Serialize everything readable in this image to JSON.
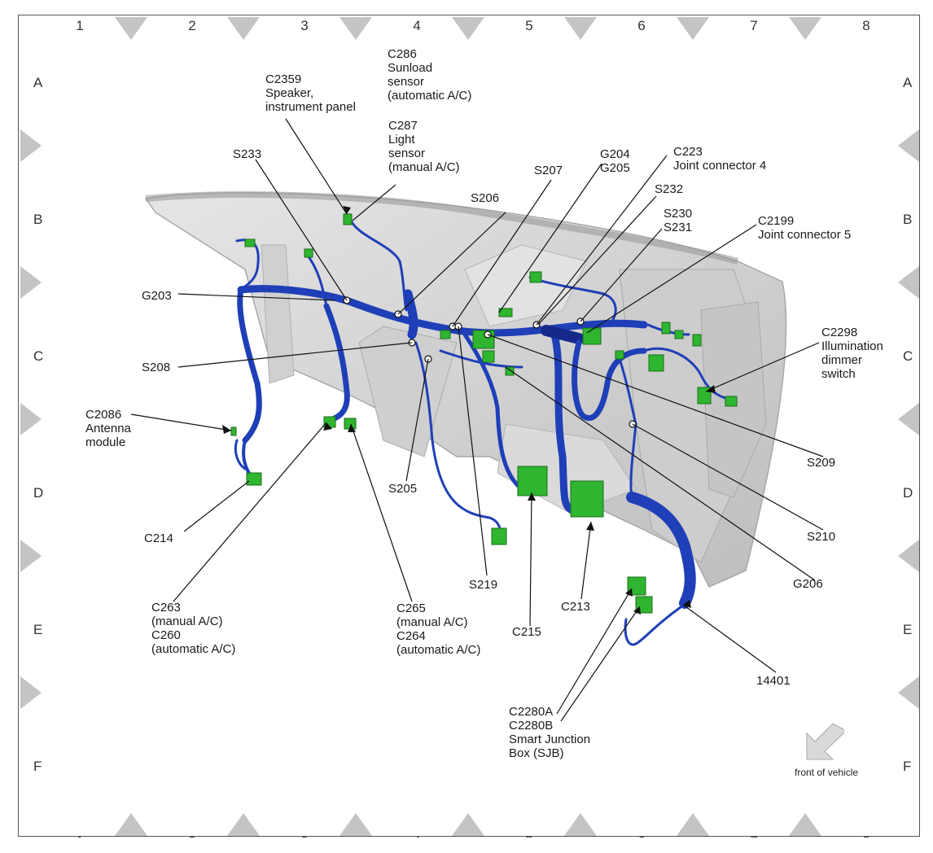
{
  "grid": {
    "columns": [
      "1",
      "2",
      "3",
      "4",
      "5",
      "6",
      "7",
      "8"
    ],
    "rows": [
      "A",
      "B",
      "C",
      "D",
      "E",
      "F"
    ]
  },
  "labels": {
    "c286": [
      "C286",
      "Sunload",
      "sensor",
      "(automatic A/C)"
    ],
    "c2359": [
      "C2359",
      "Speaker,",
      "instrument panel"
    ],
    "c287": [
      "C287",
      "Light",
      "sensor",
      "(manual A/C)"
    ],
    "s233": [
      "S233"
    ],
    "g204": [
      "G204",
      "G205"
    ],
    "c223": [
      "C223",
      "Joint connector 4"
    ],
    "s207": [
      "S207"
    ],
    "s232": [
      "S232"
    ],
    "s206": [
      "S206"
    ],
    "s230": [
      "S230",
      "S231"
    ],
    "c2199": [
      "C2199",
      "Joint connector 5"
    ],
    "g203": [
      "G203"
    ],
    "c2298": [
      "C2298",
      "Illumination",
      "dimmer",
      "switch"
    ],
    "s208": [
      "S208"
    ],
    "c2086": [
      "C2086",
      "Antenna",
      "module"
    ],
    "s209": [
      "S209"
    ],
    "s205": [
      "S205"
    ],
    "c214": [
      "C214"
    ],
    "s210": [
      "S210"
    ],
    "s219": [
      "S219"
    ],
    "g206": [
      "G206"
    ],
    "c213": [
      "C213"
    ],
    "c263": [
      "C263",
      "(manual A/C)",
      "C260",
      "(automatic A/C)"
    ],
    "c265": [
      "C265",
      "(manual A/C)",
      "C264",
      "(automatic A/C)"
    ],
    "c215": [
      "C215"
    ],
    "n14401": [
      "14401"
    ],
    "c2280": [
      "C2280A",
      "C2280B",
      "Smart Junction",
      "Box (SJB)"
    ]
  },
  "front_of_vehicle": "front of vehicle",
  "colors": {
    "wire": "#1f3fb8",
    "connector": "#2fb52f",
    "panel": "#d8d8d8",
    "marker": "#c4c4c4"
  }
}
